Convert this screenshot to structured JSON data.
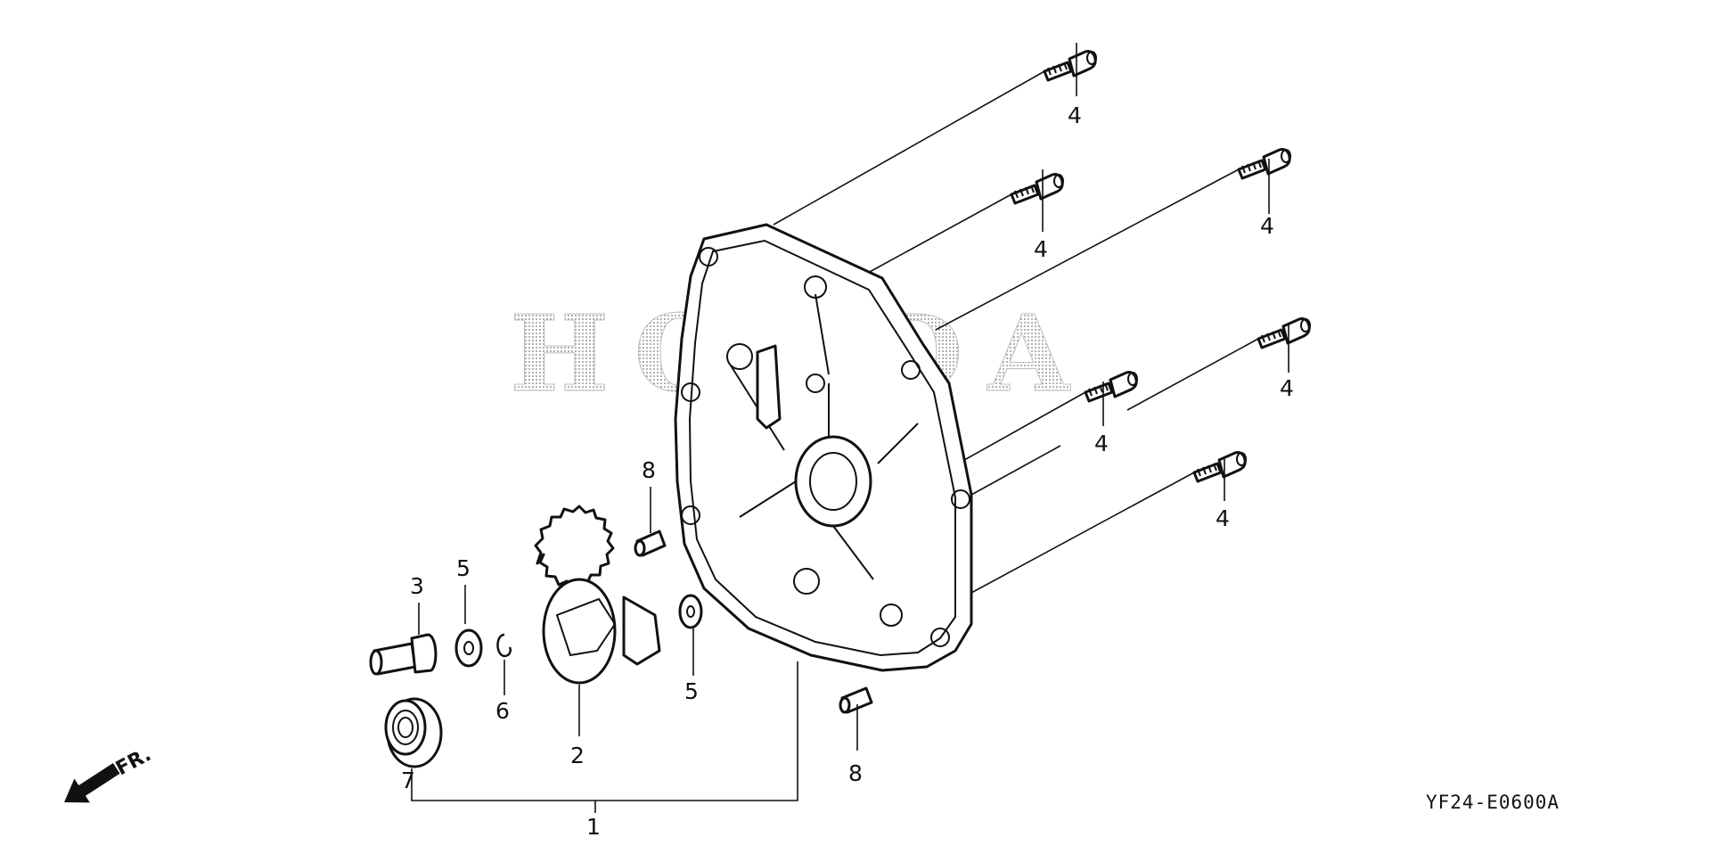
{
  "watermark": "HONDA",
  "diagram_code": "YF24-E0600A",
  "direction_label": "FR.",
  "callouts": {
    "p1": "1",
    "p2": "2",
    "p3": "3",
    "p4a": "4",
    "p4b": "4",
    "p4c": "4",
    "p4d": "4",
    "p4e": "4",
    "p4f": "4",
    "p5a": "5",
    "p5b": "5",
    "p6": "6",
    "p7": "7",
    "p8a": "8",
    "p8b": "8"
  },
  "colors": {
    "ink": "#111111",
    "watermark_dots": "#9a9a9a",
    "background": "#ffffff"
  },
  "icons": {
    "direction": "front-arrow-icon"
  }
}
